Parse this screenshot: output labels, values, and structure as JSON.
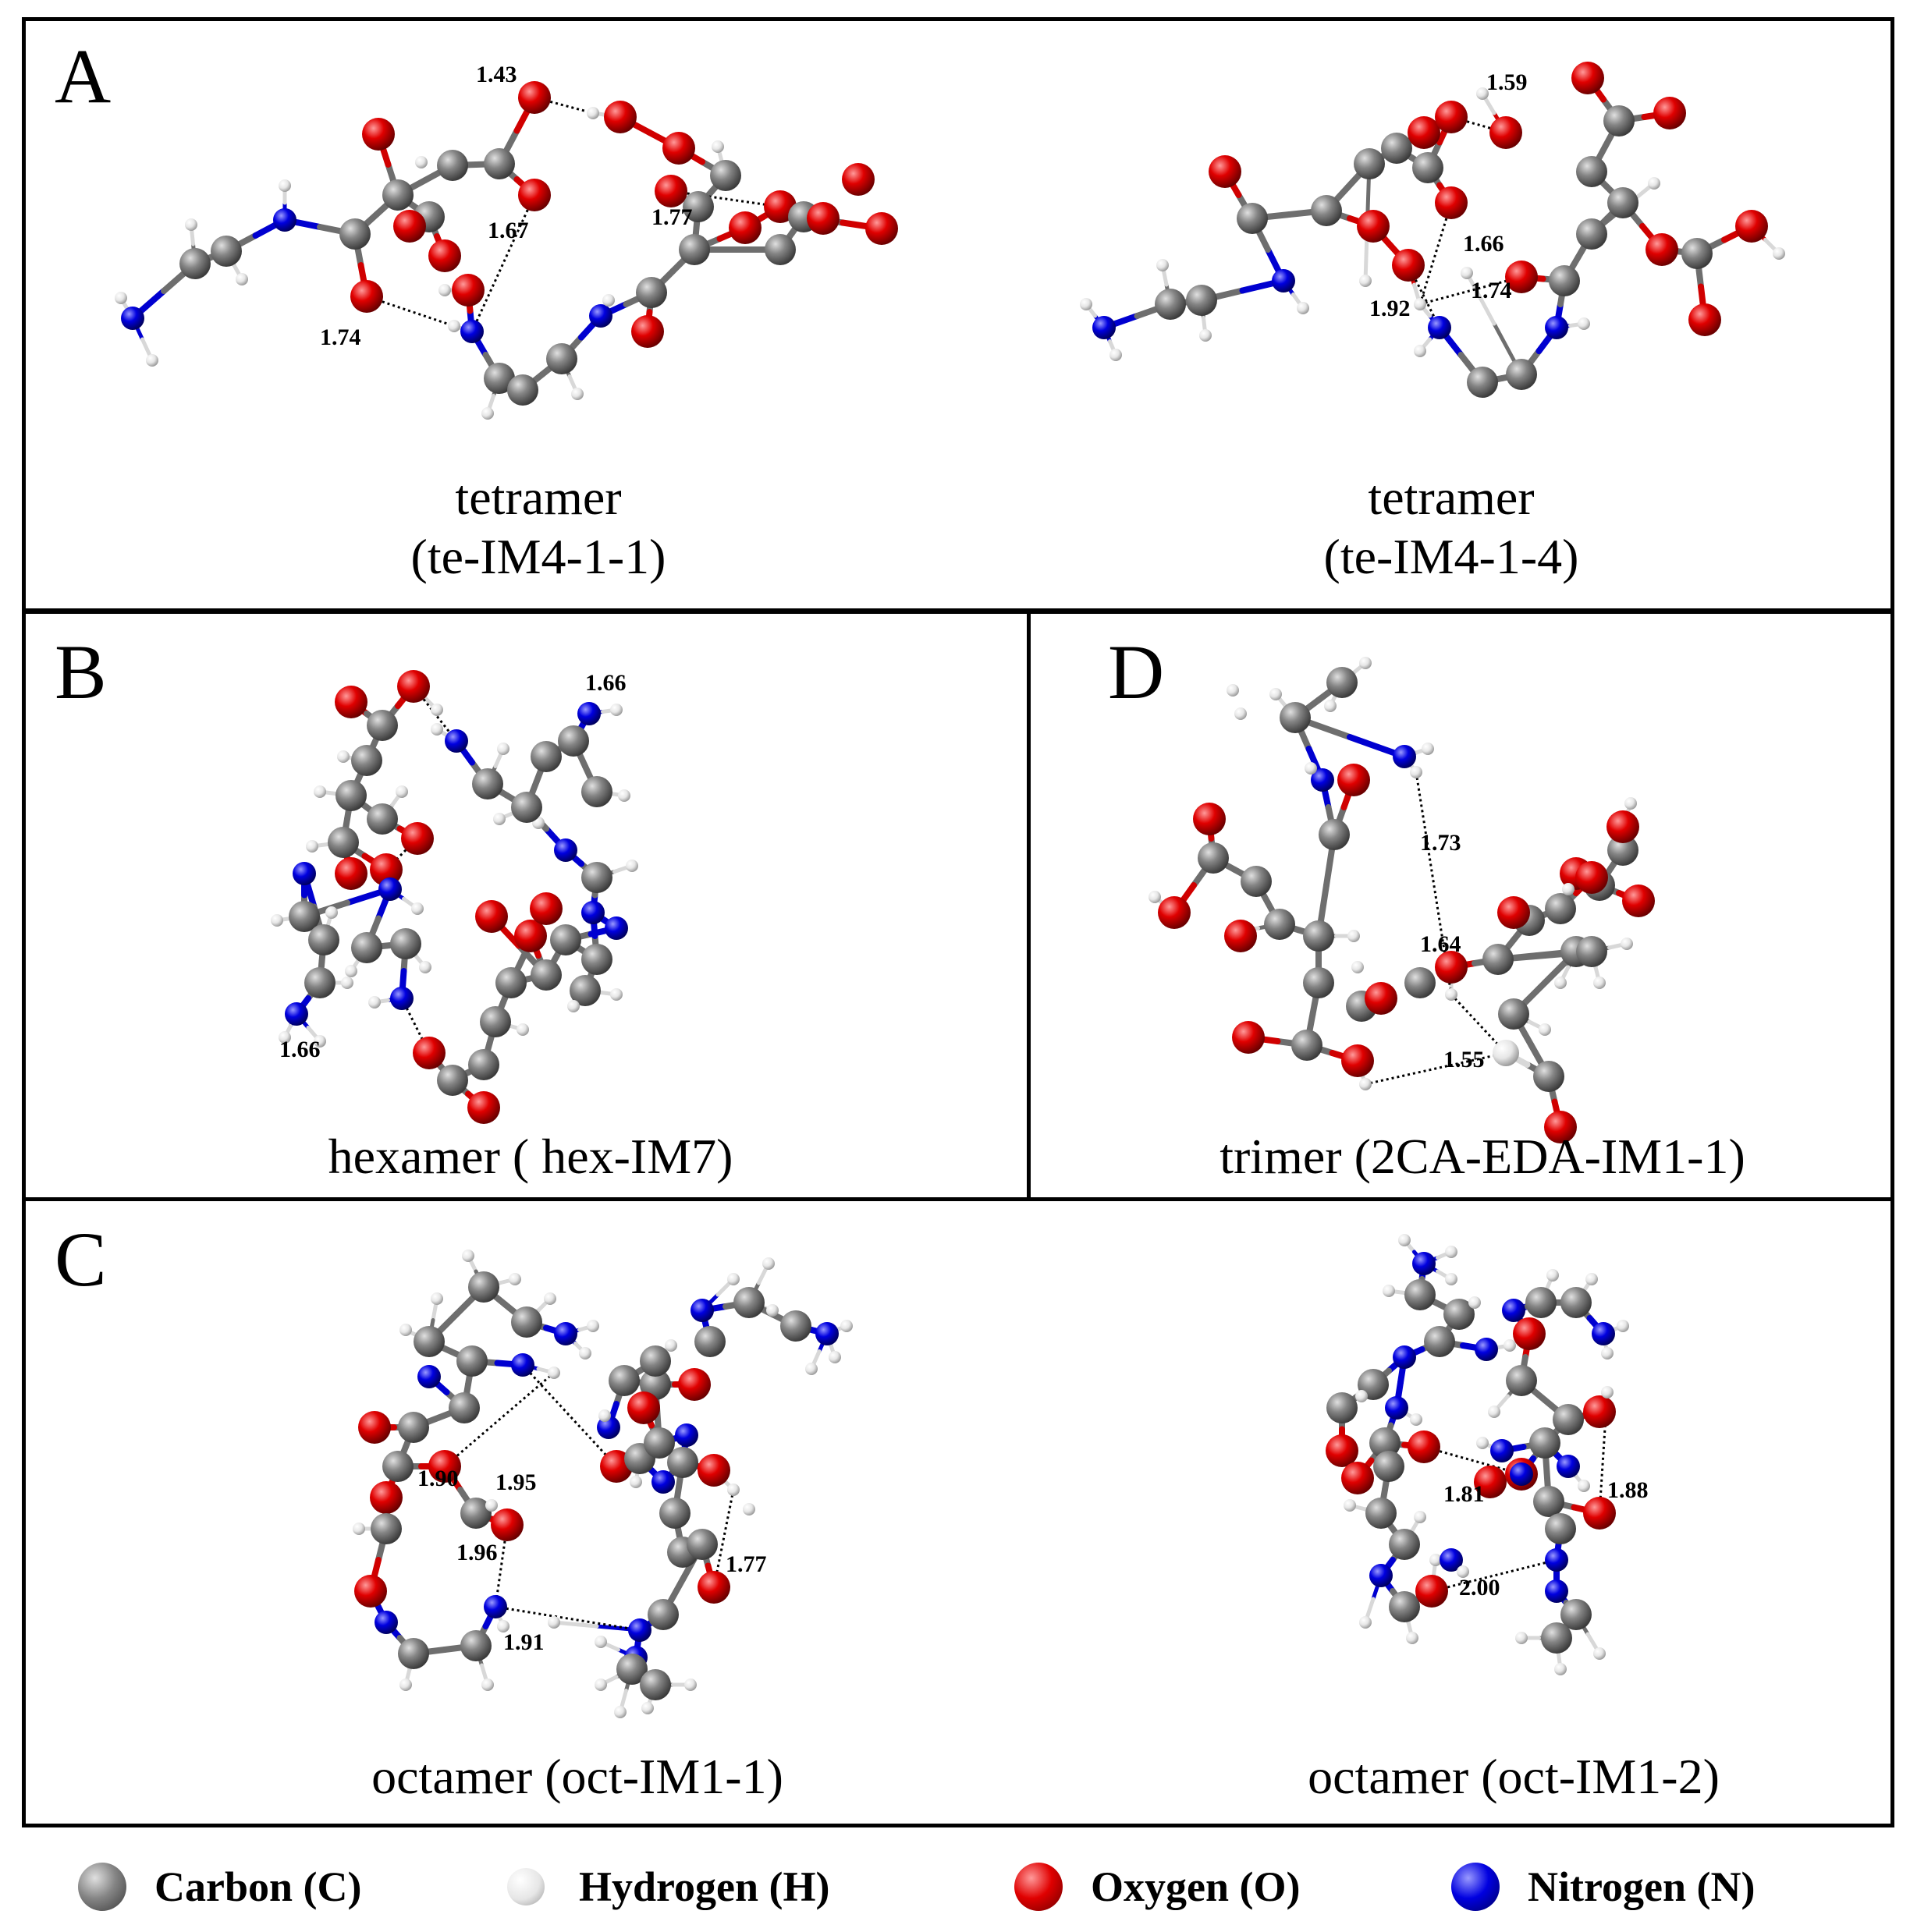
{
  "panels": {
    "A": {
      "letter": "A",
      "left": {
        "caption_line1": "tetramer",
        "caption_line2": "(te-IM4-1-1)",
        "distances": [
          "1.43",
          "1.67",
          "1.77",
          "1.74"
        ]
      },
      "right": {
        "caption_line1": "tetramer",
        "caption_line2": "(te-IM4-1-4)",
        "distances": [
          "1.59",
          "1.66",
          "1.74",
          "1.92"
        ]
      }
    },
    "B": {
      "letter": "B",
      "caption": "hexamer ( hex-IM7)",
      "distances": [
        "1.66",
        "1.66"
      ]
    },
    "D": {
      "letter": "D",
      "caption": "trimer (2CA-EDA-IM1-1)",
      "distances": [
        "1.73",
        "1.64",
        "1.55"
      ]
    },
    "C": {
      "letter": "C",
      "left": {
        "caption": "octamer (oct-IM1-1)",
        "distances": [
          "1.90",
          "1.95",
          "1.96",
          "1.77",
          "1.91"
        ]
      },
      "right": {
        "caption": "octamer (oct-IM1-2)",
        "distances": [
          "1.81",
          "1.88",
          "2.00"
        ]
      }
    }
  },
  "legend": [
    {
      "label": "Carbon (C)",
      "color": "#7a7a7a",
      "icon": "carbon-atom-icon"
    },
    {
      "label": "Hydrogen (H)",
      "color": "#e8e8e8",
      "icon": "hydrogen-atom-icon"
    },
    {
      "label": "Oxygen (O)",
      "color": "#e00000",
      "icon": "oxygen-atom-icon"
    },
    {
      "label": "Nitrogen (N)",
      "color": "#0000e0",
      "icon": "nitrogen-atom-icon"
    }
  ]
}
